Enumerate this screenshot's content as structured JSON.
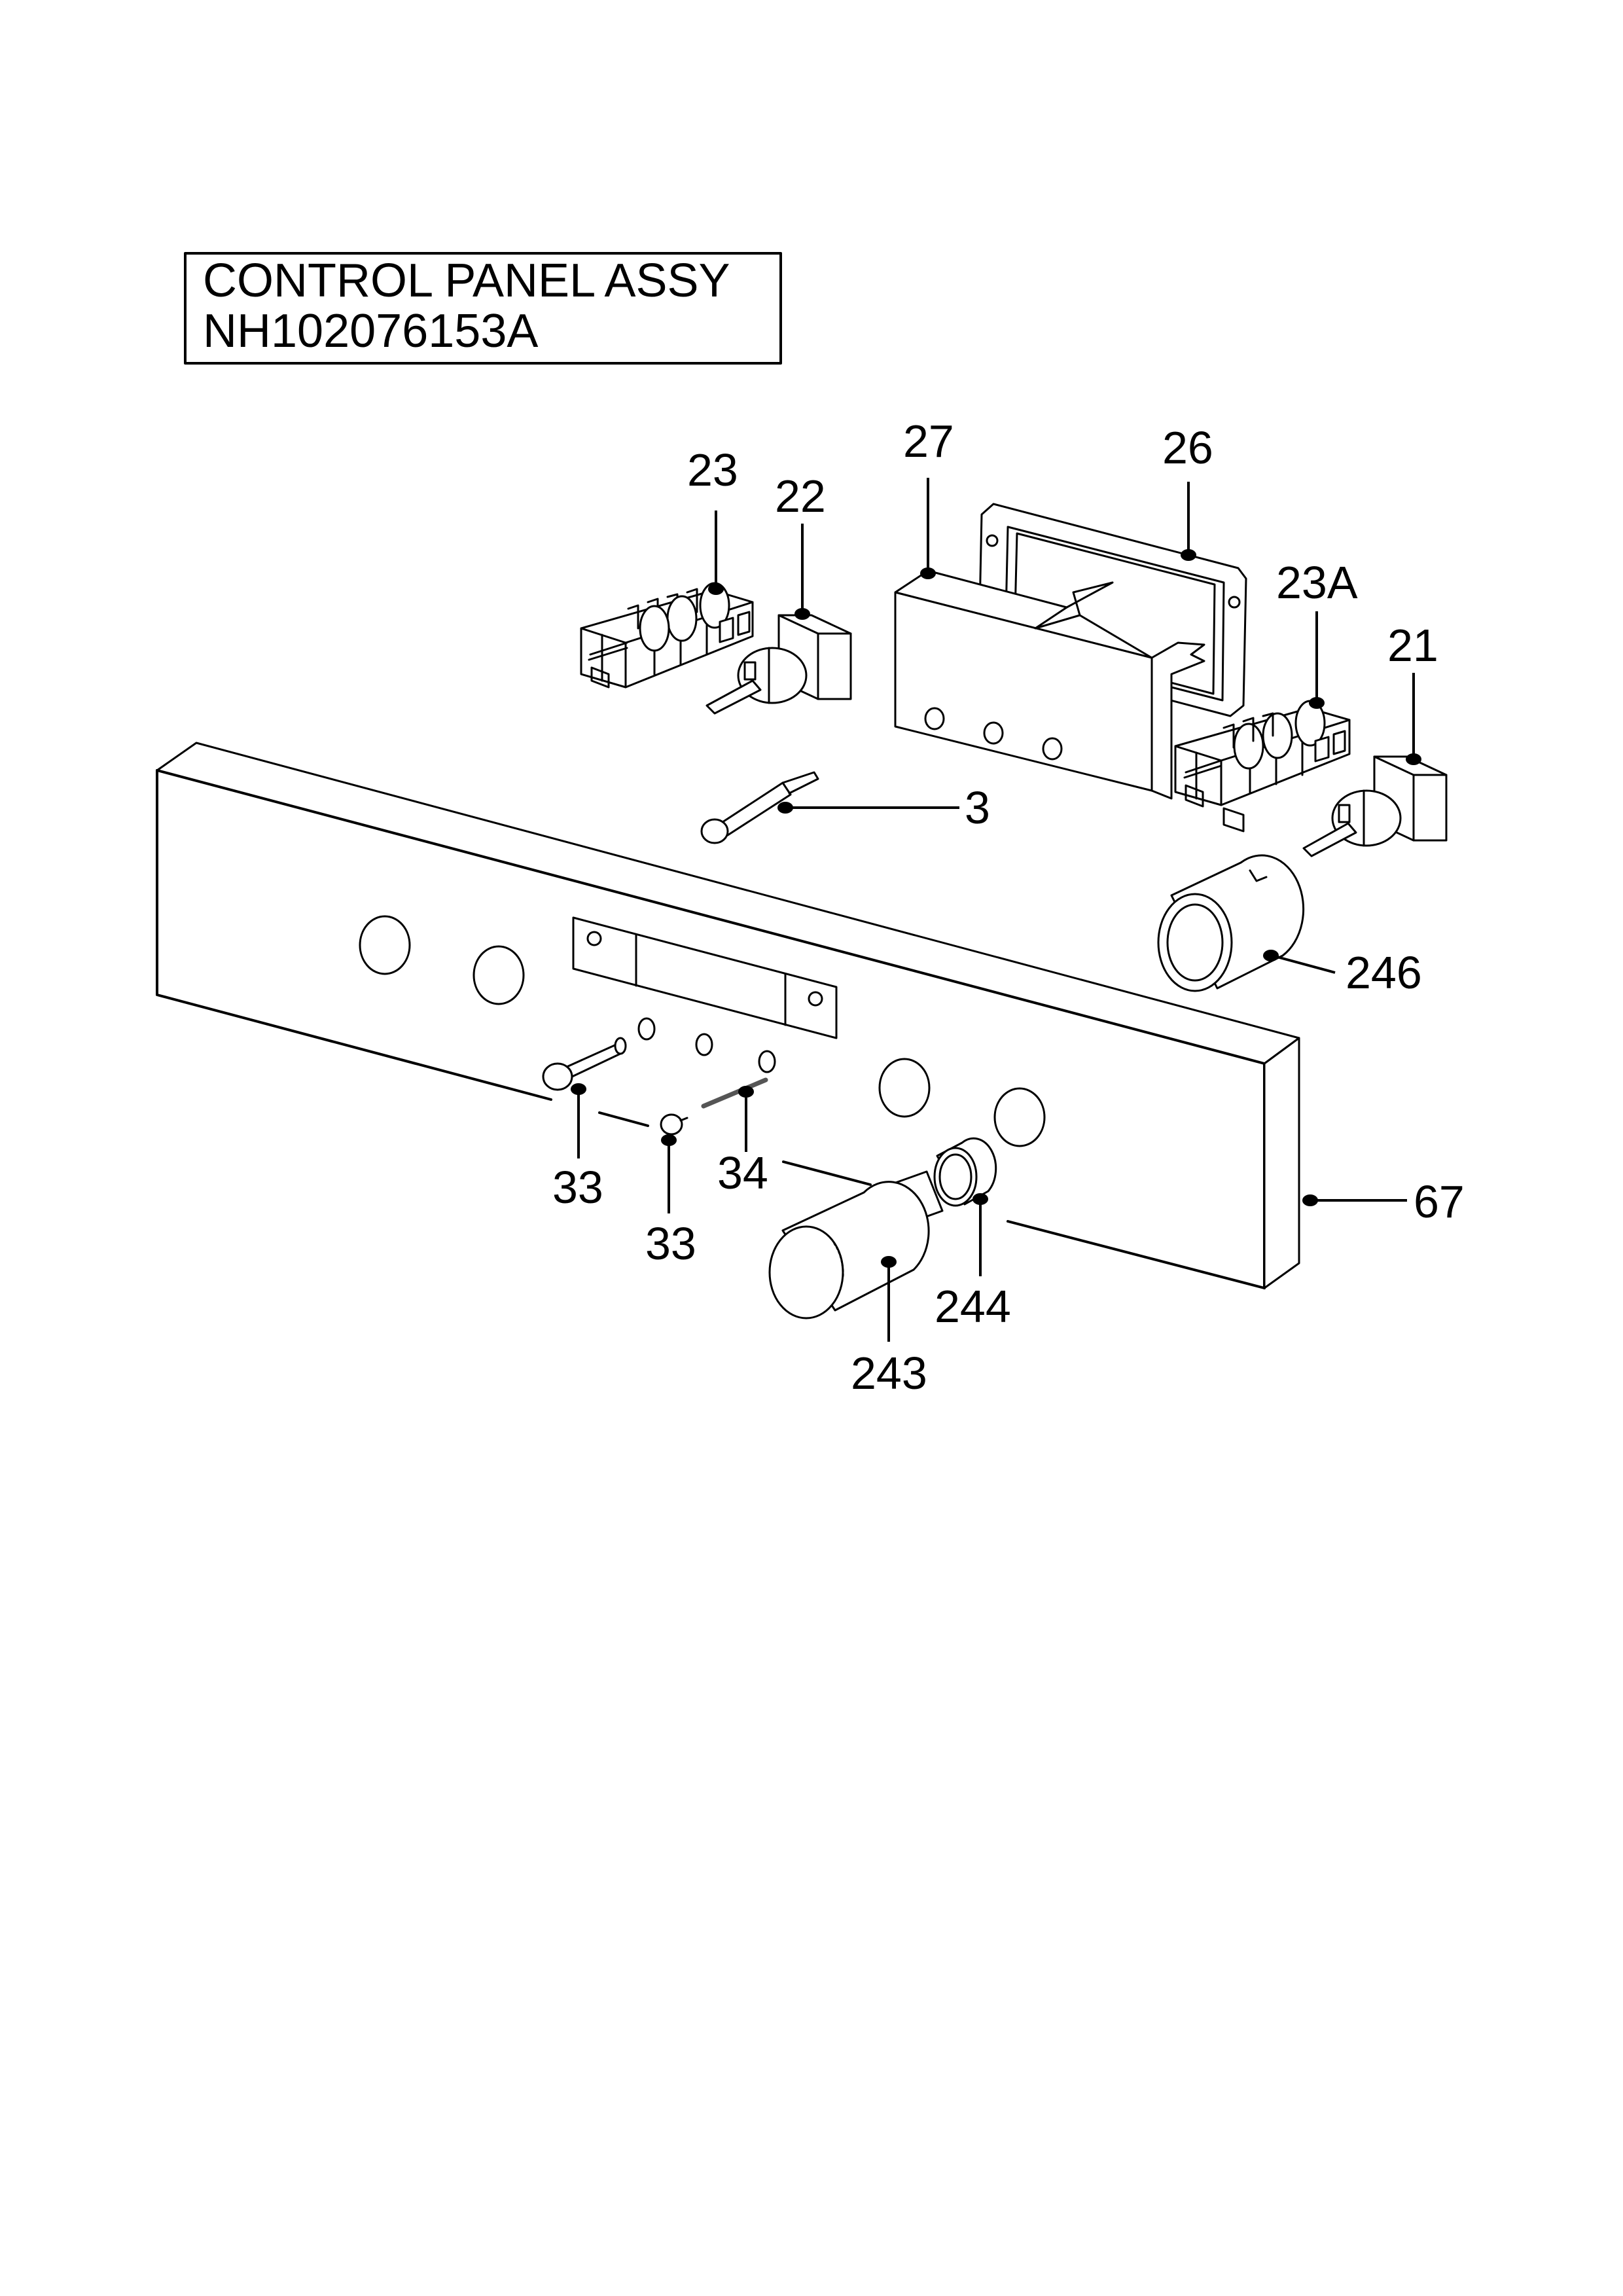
{
  "title": {
    "line1": "CONTROL PANEL ASSY",
    "line2": "NH102076153A"
  },
  "callouts": {
    "c23": "23",
    "c22": "22",
    "c27": "27",
    "c26": "26",
    "c23a": "23A",
    "c21": "21",
    "c3": "3",
    "c246": "246",
    "c33a": "33",
    "c33b": "33",
    "c34": "34",
    "c67": "67",
    "c244": "244",
    "c243": "243"
  }
}
